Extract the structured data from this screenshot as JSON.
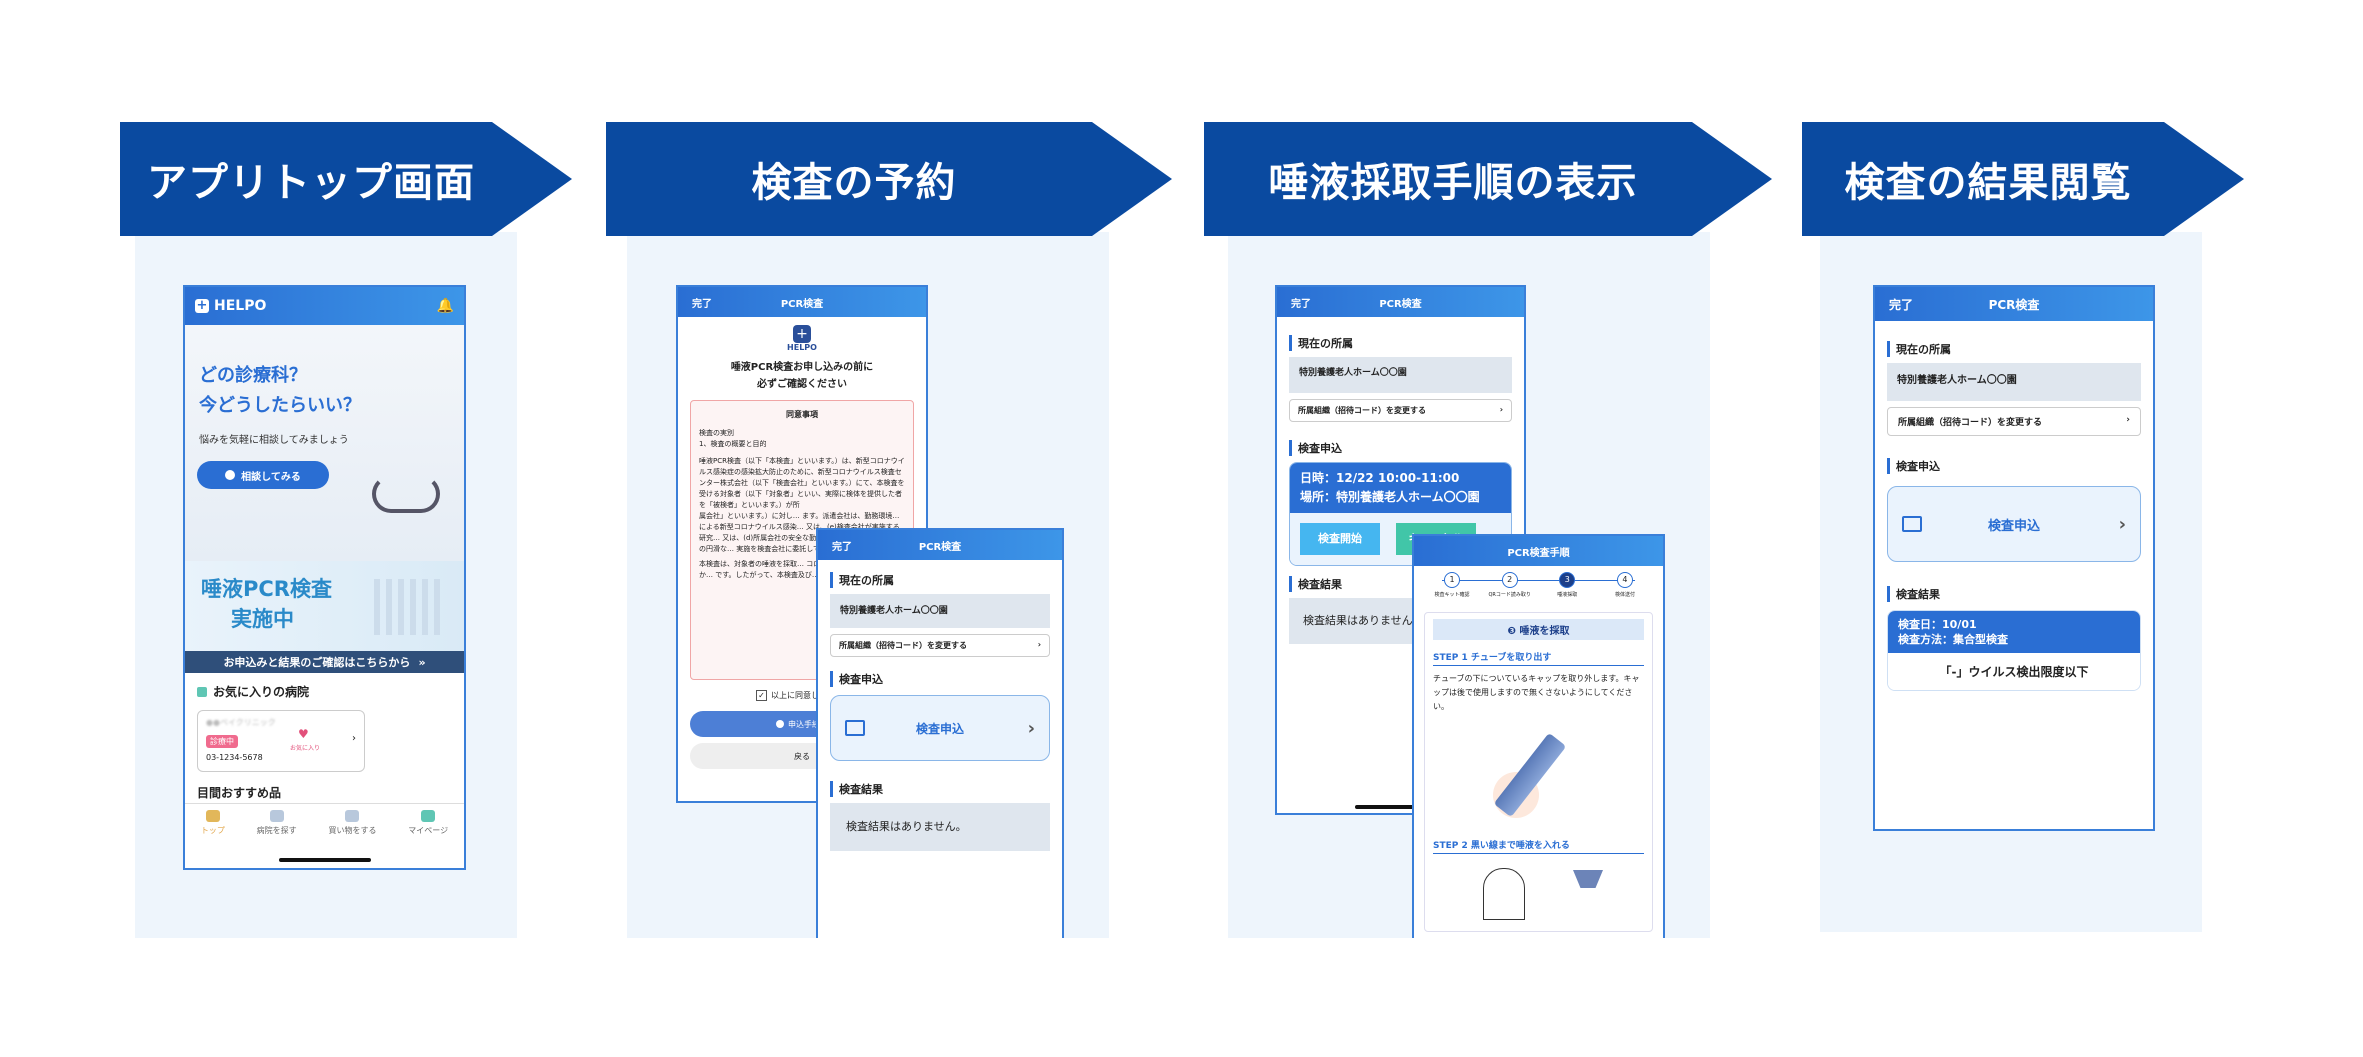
{
  "steps": [
    {
      "title": "アプリトップ画面"
    },
    {
      "title": "検査の予約"
    },
    {
      "title": "唾液採取手順の表示"
    },
    {
      "title": "検査の結果閲覧"
    }
  ],
  "top": {
    "brand": "HELPO",
    "hero_line1": "どの診療科？",
    "hero_line2": "今どうしたらいい？",
    "hero_sub": "悩みを気軽に相談してみましょう",
    "hero_button": "相談してみる",
    "pcr_line1": "唾液PCR検査",
    "pcr_line2": "実施中",
    "pcr_banner": "お申込みと結果のご確認はこちらから",
    "favorites_title": "お気に入りの病院",
    "clinic_name": "●●ペイクリニック",
    "clinic_status": "診療中",
    "clinic_phone": "03-1234-5678",
    "fav_label": "お気に入り",
    "next_section": "目間おすすめ品",
    "nav": [
      "トップ",
      "病院を探す",
      "買い物をする",
      "マイページ"
    ]
  },
  "reserve": {
    "done": "完了",
    "bar_title": "PCR検査",
    "logo": "HELPO",
    "heading_line1": "唾液PCR検査お申し込みの前に",
    "heading_line2": "必ずご確認ください",
    "consent_title": "同意事項",
    "consent_sec1": "検査の実別",
    "consent_sec2": "1、検査の概要と目的",
    "consent_para1": "唾液PCR検査（以下「本検査」といいます。）は、新型コロナウイルス感染症の感染拡大防止のために、新型コロナウイルス検査センター株式会社（以下「検査会社」といいます。）にて、本検査を受ける対象者（以下「対象者」といい、実際に検体を提供した者を「被検者」といいます。）が所",
    "consent_para2": "属会社」といいます。）に対し… ます。派遣会社は、勤務環境… による新型コロナウイルス感染… 又は、(e)検査会社が実施する研究… 又は、(d)所属会社の安全な勤務… の健康管理並びに事業の円滑な… 実施を検査会社に委託していま…",
    "consent_para3": "本検査は、対象者の唾液を採取… コロナウイルスが含まれるか否か… です。したがって、本検査及び…",
    "agree": "以上に同意し",
    "apply_btn": "申込手続き",
    "back": "戻る",
    "overlay": {
      "done": "完了",
      "bar_title": "PCR検査",
      "affiliation_title": "現在の所属",
      "affiliation": "特別養護老人ホーム〇〇園",
      "change_org": "所属組織（招待コード）を変更する",
      "apply_title": "検査申込",
      "apply_button": "検査申込",
      "result_title": "検査結果",
      "result_text": "検査結果はありません。"
    }
  },
  "saliva": {
    "done": "完了",
    "bar_title": "PCR検査",
    "affiliation_title": "現在の所属",
    "affiliation": "特別養護老人ホーム〇〇園",
    "change_org": "所属組織（招待コード）を変更する",
    "apply_title": "検査申込",
    "datetime": "日時：12/22  10:00-11:00",
    "place": "場所：特別養護老人ホーム〇〇園",
    "start_btn": "検査開始",
    "second_btn": "キャンセル",
    "result_title": "検査結果",
    "result_text": "検査結果はありません",
    "overlay": {
      "bar_title": "PCR検査手順",
      "step_nums": [
        "1",
        "2",
        "3",
        "4"
      ],
      "step_labels": [
        "検査キット確認",
        "QRコード読み取り",
        "唾液採取",
        "検体送付"
      ],
      "current": "❸ 唾液を採取",
      "step1_title": "STEP 1 チューブを取り出す",
      "step1_text": "チューブの下についているキャップを取り外します。キャップは後で使用しますので無くさないようにしてください。",
      "step2_title": "STEP 2 黒い線まで唾液を入れる"
    }
  },
  "result": {
    "done": "完了",
    "bar_title": "PCR検査",
    "affiliation_title": "現在の所属",
    "affiliation": "特別養護老人ホーム〇〇園",
    "change_org": "所属組織（招待コード）を変更する",
    "apply_title": "検査申込",
    "apply_button": "検査申込",
    "result_title": "検査結果",
    "result_date": "検査日：10/01",
    "result_method": "検査方法：集合型検査",
    "result_value": "「-」ウイルス検出限度以下"
  },
  "colors": {
    "header": "#0a4aa0",
    "accent": "#2a6ed3",
    "panel": "#eef5fc"
  }
}
